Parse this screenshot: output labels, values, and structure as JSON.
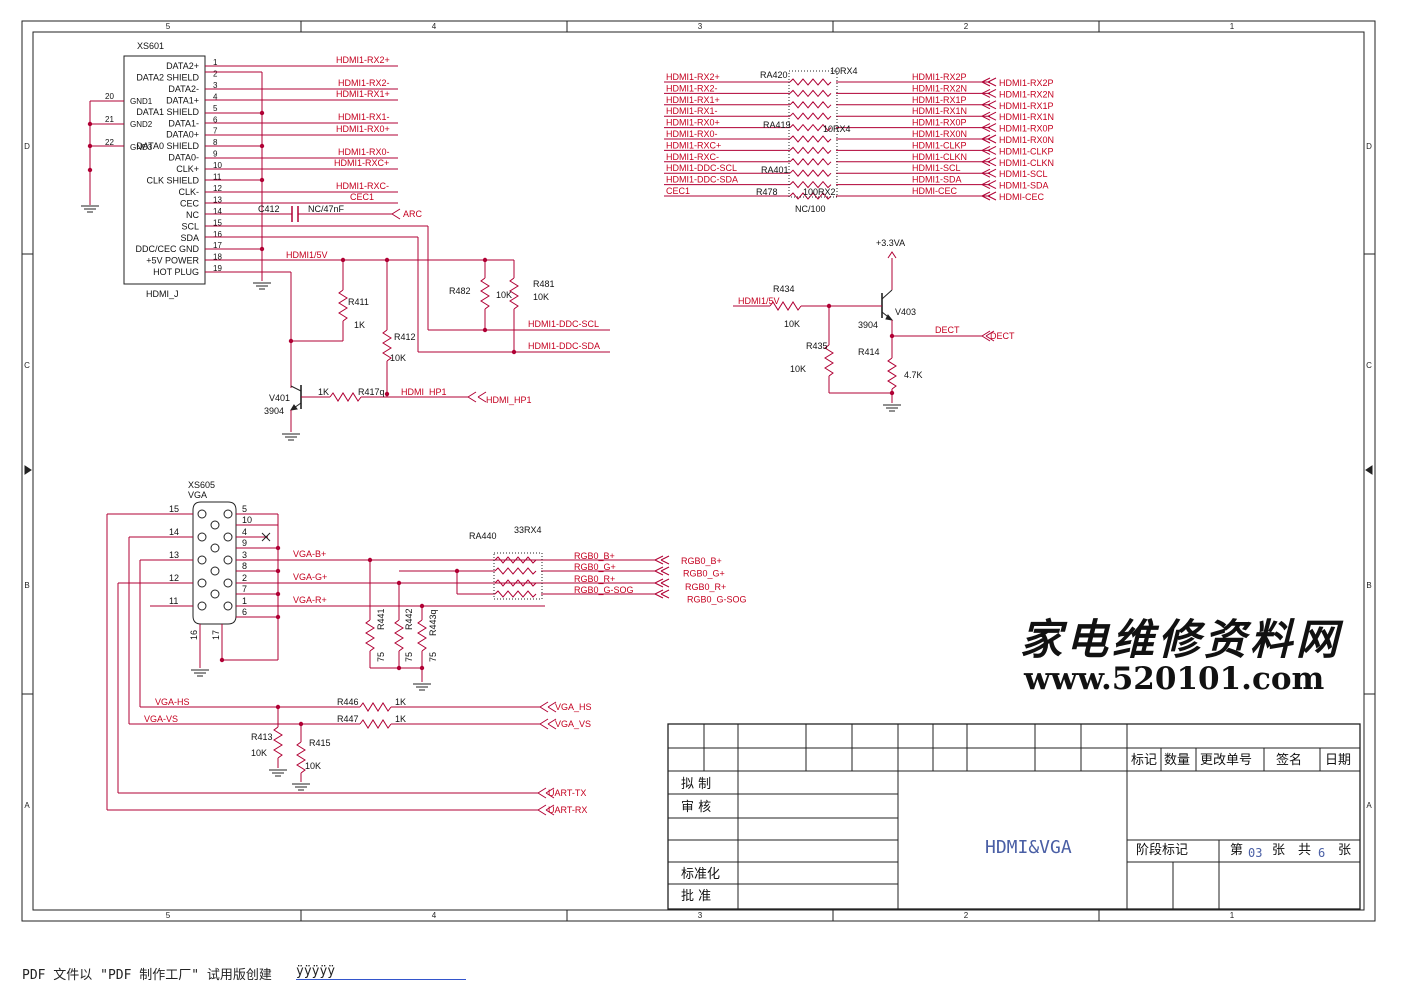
{
  "colors": {
    "line": "#b00034",
    "text": "#111111",
    "net": "#c4001f",
    "frame": "#222222",
    "title_blue": "#4a5fa5"
  },
  "frame": {
    "cols_top": [
      "5",
      "4",
      "3",
      "2",
      "1"
    ],
    "cols_bottom": [
      "5",
      "4",
      "3",
      "2",
      "1"
    ],
    "rows_left": [
      "D",
      "C",
      "B",
      "A"
    ],
    "rows_right": [
      "D",
      "C",
      "B",
      "A"
    ]
  },
  "hdmi_conn": {
    "ref": "XS601",
    "name": "HDMI_J",
    "pins": [
      "DATA2+",
      "DATA2 SHIELD",
      "DATA2-",
      "DATA1+",
      "DATA1 SHIELD",
      "DATA1-",
      "DATA0+",
      "DATA0 SHIELD",
      "DATA0-",
      "CLK+",
      "CLK SHIELD",
      "CLK-",
      "CEC",
      "NC",
      "SCL",
      "SDA",
      "DDC/CEC GND",
      "+5V POWER",
      "HOT PLUG"
    ],
    "numbers": [
      "1",
      "2",
      "3",
      "4",
      "5",
      "6",
      "7",
      "8",
      "9",
      "10",
      "11",
      "12",
      "13",
      "14",
      "15",
      "16",
      "17",
      "18",
      "19"
    ],
    "gnd_labels": [
      "GND1",
      "GND2",
      "GND3"
    ],
    "gnd_pins": [
      "20",
      "21",
      "22"
    ],
    "nets": [
      "HDMI1-RX2+",
      "HDMI1-RX2-",
      "HDMI1-RX1+",
      "HDMI1-RX1-",
      "HDMI1-RX0+",
      "HDMI1-RX0-",
      "HDMI1-RXC+",
      "HDMI1-RXC-",
      "CEC1"
    ]
  },
  "cap": {
    "ref": "C412",
    "value": "NC/47nF",
    "net": "ARC"
  },
  "hdmi5v": {
    "net": "HDMI1/5V"
  },
  "resistors": {
    "r411": {
      "ref": "R411",
      "value": "1K"
    },
    "r412": {
      "ref": "R412",
      "value": "10K"
    },
    "r482": {
      "ref": "R482",
      "value": "10K"
    },
    "r481": {
      "ref": "R481",
      "value": "10K"
    },
    "r417": {
      "ref": "R417q",
      "value": "1K"
    },
    "r434": {
      "ref": "R434",
      "value": "10K"
    },
    "r435": {
      "ref": "R435",
      "value": "10K"
    },
    "r414": {
      "ref": "R414",
      "value": "4.7K"
    },
    "r441": {
      "ref": "R441",
      "value": "75"
    },
    "r442": {
      "ref": "R442",
      "value": "75"
    },
    "r443": {
      "ref": "R443q",
      "value": "75"
    },
    "r446": {
      "ref": "R446",
      "value": "1K"
    },
    "r447": {
      "ref": "R447",
      "value": "1K"
    },
    "r413": {
      "ref": "R413",
      "value": "10K"
    },
    "r415": {
      "ref": "R415",
      "value": "10K"
    }
  },
  "ddc_nets": [
    "HDMI1-DDC-SCL",
    "HDMI1-DDC-SDA"
  ],
  "v401": {
    "ref": "V401",
    "part": "3904",
    "net": "HDMI_HP1",
    "net_in": "HDMI_HP1"
  },
  "v403": {
    "ref": "V403",
    "part": "3904",
    "supply": "+3.3VA",
    "net_in": "HDMI1/5V",
    "net": "DECT",
    "port": "DECT"
  },
  "ra_block": {
    "left_nets": [
      "HDMI1-RX2+",
      "HDMI1-RX2-",
      "HDMI1-RX1+",
      "HDMI1-RX1-",
      "HDMI1-RX0+",
      "HDMI1-RX0-",
      "HDMI1-RXC+",
      "HDMI1-RXC-",
      "HDMI1-DDC-SCL",
      "HDMI1-DDC-SDA",
      "CEC1"
    ],
    "right_nets": [
      "HDMI1-RX2P",
      "HDMI1-RX2N",
      "HDMI1-RX1P",
      "HDMI1-RX1N",
      "HDMI1-RX0P",
      "HDMI1-RX0N",
      "HDMI1-CLKP",
      "HDMI1-CLKN",
      "HDMI1-SCL",
      "HDMI1-SDA",
      "HDMI-CEC"
    ],
    "port_labels": [
      "HDMI1-RX2P",
      "HDMI1-RX2N",
      "HDMI1-RX1P",
      "HDMI1-RX1N",
      "HDMI1-RX0P",
      "HDMI1-RX0N",
      "HDMI1-CLKP",
      "HDMI1-CLKN",
      "HDMI1-SCL",
      "HDMI1-SDA",
      "HDMI-CEC"
    ],
    "parts": [
      {
        "ref": "RA420",
        "value": "10RX4"
      },
      {
        "ref": "RA419",
        "value": "10RX4"
      },
      {
        "ref": "RA401",
        "value": "100RX2"
      }
    ],
    "r478": {
      "ref": "R478",
      "value": "NC/100"
    }
  },
  "vga_conn": {
    "ref": "XS605",
    "name": "VGA",
    "left_pins": [
      "15",
      "14",
      "13",
      "12",
      "11"
    ],
    "right_pins": [
      "5",
      "10",
      "4",
      "9",
      "3",
      "8",
      "2",
      "7",
      "1",
      "6"
    ],
    "bottom_pins": [
      "16",
      "17"
    ],
    "nets": [
      "VGA-B+",
      "VGA-G+",
      "VGA-R+"
    ]
  },
  "ra440": {
    "ref": "RA440",
    "value": "33RX4",
    "nets": [
      "RGB0_B+",
      "RGB0_G+",
      "RGB0_R+",
      "RGB0_G-SOG"
    ],
    "ports": [
      "RGB0_B+",
      "RGB0_G+",
      "RGB0_R+",
      "RGB0_G-SOG"
    ]
  },
  "sync": {
    "hs": "VGA-HS",
    "vs": "VGA-VS",
    "hs_port": "VGA_HS",
    "vs_port": "VGA_VS"
  },
  "uart": {
    "tx": "UART-TX",
    "rx": "UART-RX"
  },
  "title_block": {
    "headers": [
      "标记",
      "数量",
      "更改单号",
      "签名",
      "日期"
    ],
    "rows": [
      "拟 制",
      "审 核",
      "标准化",
      "批 准"
    ],
    "title": "HDMI&VGA",
    "stage": "阶段标记",
    "sheet_prefix": "第",
    "sheet_no": "03",
    "sheet_mid": "张",
    "total_prefix": "共",
    "total_no": "6",
    "total_suffix": "张"
  },
  "watermark": {
    "cn": "家电维修资料网",
    "url": "www.520101.com"
  },
  "footer": {
    "text": "PDF 文件以 \"PDF 制作工厂\" 试用版创建",
    "link": "ÿÿÿÿÿ"
  }
}
